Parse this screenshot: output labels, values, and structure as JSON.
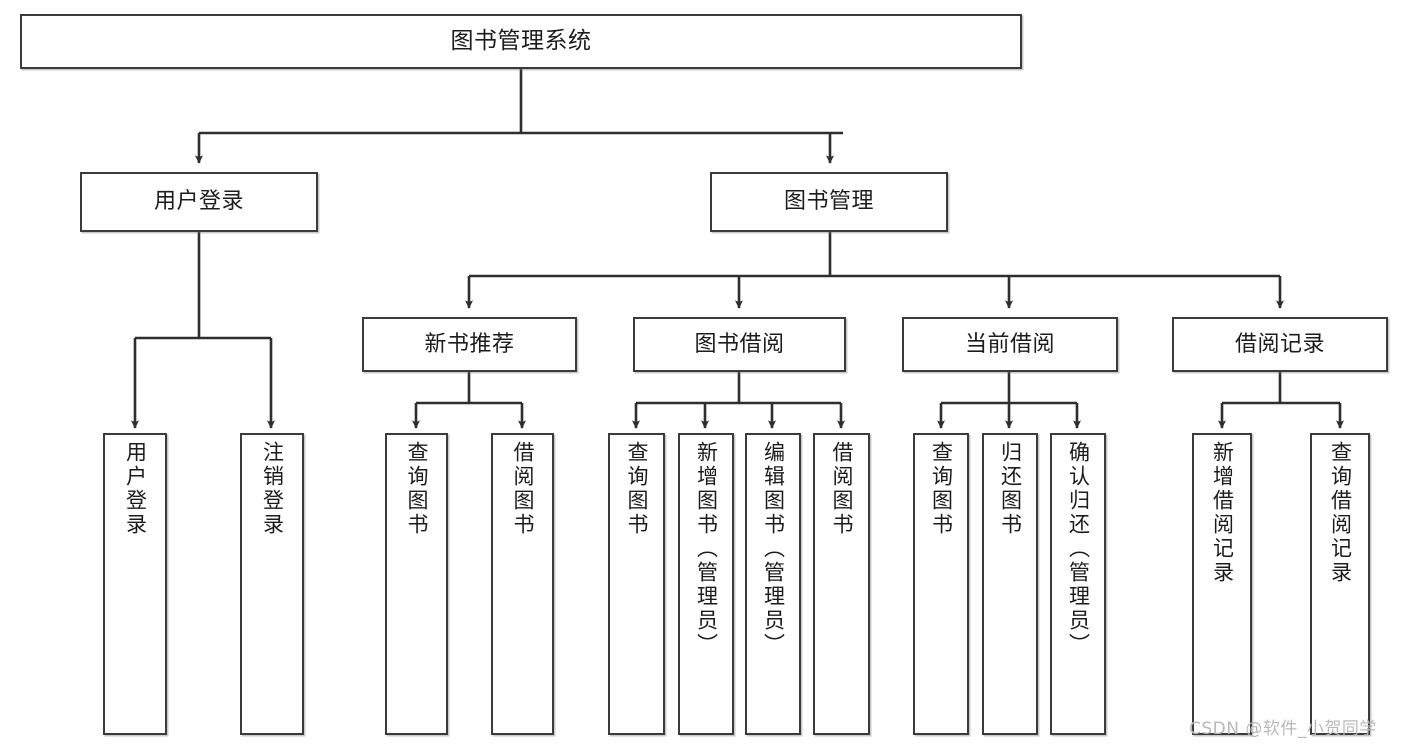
{
  "diagram": {
    "type": "tree-hierarchy-chart",
    "title": "图书管理系统",
    "watermark": "CSDN @软件_小贺同学",
    "colors": {
      "box_border": "#3b3b3b",
      "box_fill": "#ffffff",
      "connector": "#2e2e2e",
      "text": "#1c1c1c",
      "watermark": "#b9b9b9",
      "background": "#ffffff"
    },
    "root": {
      "label": "图书管理系统"
    },
    "level1": [
      {
        "id": "user-login",
        "label": "用户登录"
      },
      {
        "id": "book-management",
        "label": "图书管理"
      }
    ],
    "level2": [
      {
        "id": "new-book-recommend",
        "label": "新书推荐",
        "parent": "book-management"
      },
      {
        "id": "book-borrow",
        "label": "图书借阅",
        "parent": "book-management"
      },
      {
        "id": "current-borrow",
        "label": "当前借阅",
        "parent": "book-management"
      },
      {
        "id": "borrow-record",
        "label": "借阅记录",
        "parent": "book-management"
      }
    ],
    "leaves": [
      {
        "id": "leaf-user-login",
        "label": "用户登录",
        "parent": "user-login"
      },
      {
        "id": "leaf-logout-login",
        "label": "注销登录",
        "parent": "user-login"
      },
      {
        "id": "leaf-query-book-1",
        "label": "查询图书",
        "parent": "new-book-recommend"
      },
      {
        "id": "leaf-borrow-book-1",
        "label": "借阅图书",
        "parent": "new-book-recommend"
      },
      {
        "id": "leaf-query-book-2",
        "label": "查询图书",
        "parent": "book-borrow"
      },
      {
        "id": "leaf-add-book",
        "label": "新增图书（管理员）",
        "parent": "book-borrow"
      },
      {
        "id": "leaf-edit-book",
        "label": "编辑图书（管理员）",
        "parent": "book-borrow"
      },
      {
        "id": "leaf-borrow-book-2",
        "label": "借阅图书",
        "parent": "book-borrow"
      },
      {
        "id": "leaf-query-book-3",
        "label": "查询图书",
        "parent": "current-borrow"
      },
      {
        "id": "leaf-return-book",
        "label": "归还图书",
        "parent": "current-borrow"
      },
      {
        "id": "leaf-confirm-return",
        "label": "确认归还（管理员）",
        "parent": "current-borrow"
      },
      {
        "id": "leaf-add-record",
        "label": "新增借阅记录",
        "parent": "borrow-record"
      },
      {
        "id": "leaf-query-record",
        "label": "查询借阅记录",
        "parent": "borrow-record"
      }
    ]
  }
}
